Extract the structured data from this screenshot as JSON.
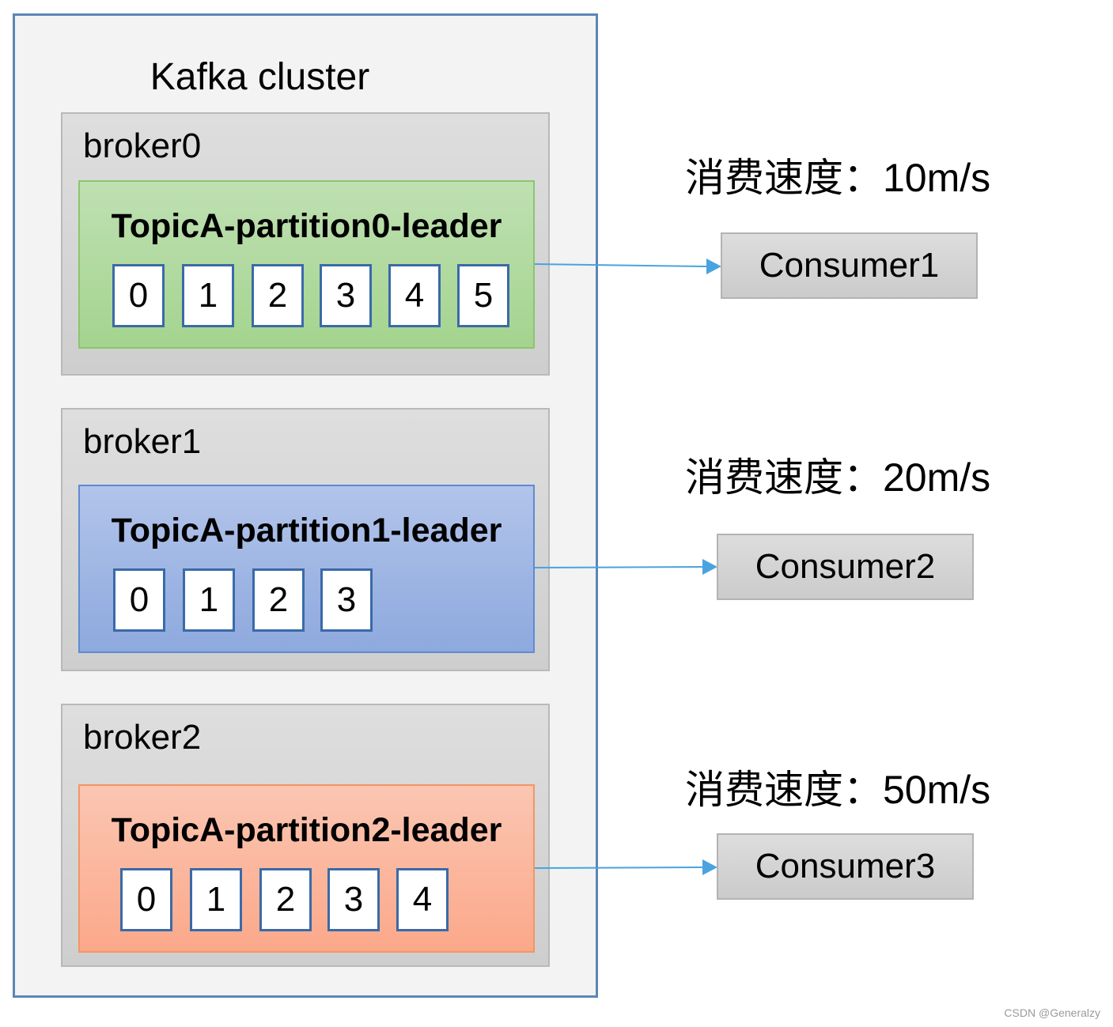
{
  "cluster": {
    "title": "Kafka cluster"
  },
  "brokers": [
    {
      "label": "broker0",
      "partition_title": "TopicA-partition0-leader",
      "offsets": [
        "0",
        "1",
        "2",
        "3",
        "4",
        "5"
      ]
    },
    {
      "label": "broker1",
      "partition_title": "TopicA-partition1-leader",
      "offsets": [
        "0",
        "1",
        "2",
        "3"
      ]
    },
    {
      "label": "broker2",
      "partition_title": "TopicA-partition2-leader",
      "offsets": [
        "0",
        "1",
        "2",
        "3",
        "4"
      ]
    }
  ],
  "consumers": [
    {
      "label": "Consumer1",
      "speed": "消费速度：10m/s"
    },
    {
      "label": "Consumer2",
      "speed": "消费速度：20m/s"
    },
    {
      "label": "Consumer3",
      "speed": "消费速度：50m/s"
    }
  ],
  "colors": {
    "cluster_border": "#5b86b5",
    "partition0": "#a4d48f",
    "partition1": "#8ea9de",
    "partition2": "#fba88a",
    "arrow": "#4aa3df"
  },
  "watermark": "CSDN @Generalzy"
}
